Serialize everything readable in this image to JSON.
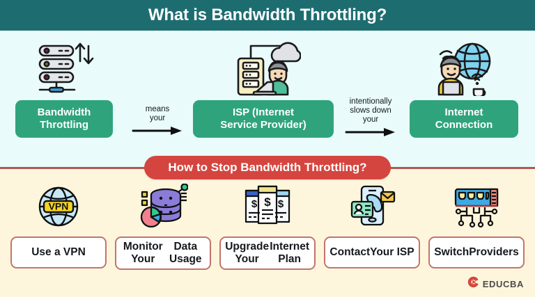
{
  "header": {
    "title": "What is Bandwidth Throttling?"
  },
  "colors": {
    "header_bg": "#1d6d70",
    "top_panel_bg": "#e9fbfb",
    "bottom_panel_bg": "#fdf6dc",
    "pill_green": "#2fa47c",
    "banner_red": "#d5453f",
    "divider_red": "#b25a52",
    "card_border": "#c4736b",
    "logo_red": "#d44a3f"
  },
  "flow": {
    "nodes": [
      {
        "label": "Bandwidth\nThrottling",
        "line1": "Bandwidth",
        "line2": "Throttling",
        "icon": "server-rack-icon"
      },
      {
        "label": "ISP (Internet\nService Provider)",
        "line1": "ISP (Internet",
        "line2": "Service Provider)",
        "icon": "server-cloud-person-icon"
      },
      {
        "label": "Internet\nConnection",
        "line1": "Internet",
        "line2": "Connection",
        "icon": "person-globe-wifi-icon"
      }
    ],
    "connectors": [
      {
        "line1": "means",
        "line2": "your",
        "line3": "",
        "icon": "arrow-right-icon"
      },
      {
        "line1": "intentionally",
        "line2": "slows down",
        "line3": "your",
        "icon": "arrow-right-icon"
      }
    ]
  },
  "banner": {
    "title": "How to Stop Bandwidth Throttling?"
  },
  "cards": [
    {
      "line1": "Use a VPN",
      "line2": "",
      "icon": "globe-vpn-icon"
    },
    {
      "line1": "Monitor Your",
      "line2": "Data Usage",
      "icon": "database-piechart-icon"
    },
    {
      "line1": "Upgrade Your",
      "line2": "Internet Plan",
      "icon": "pricing-plans-icon"
    },
    {
      "line1": "Contact",
      "line2": "Your ISP",
      "icon": "phone-contact-icon"
    },
    {
      "line1": "Switch",
      "line2": "Providers",
      "icon": "network-switch-icon"
    }
  ],
  "logo": {
    "text": "EDUCBA",
    "icon": "educba-logo-icon"
  }
}
